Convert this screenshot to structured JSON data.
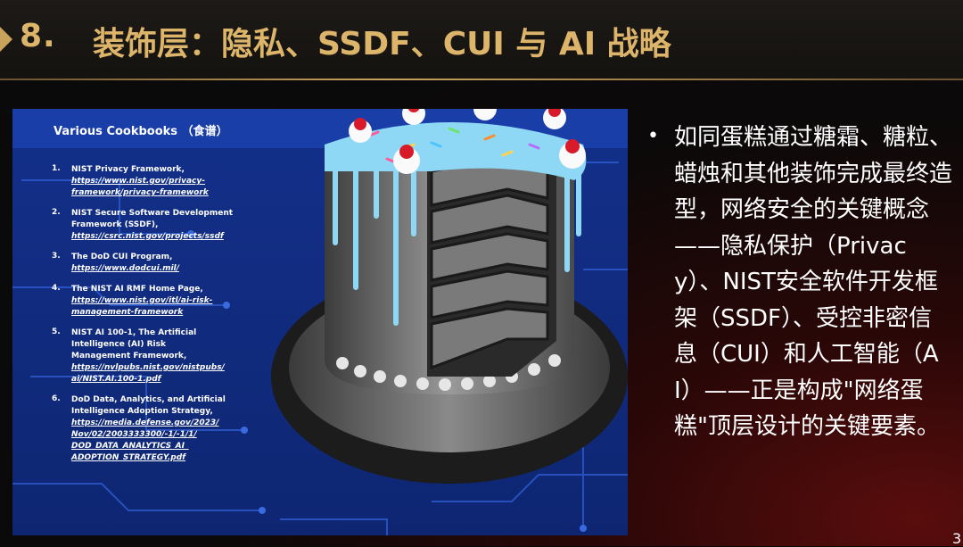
{
  "slide": {
    "number": "8.",
    "title": "装饰层：隐私、SSDF、CUI 与 AI 战略",
    "page_number": "3"
  },
  "image": {
    "cookbook_title": "Various Cookbooks （食谱）",
    "items": [
      {
        "num": "1.",
        "text": "NIST Privacy Framework,",
        "link": "https://www.nist.gov/privacy-\nframework/privacy-framework"
      },
      {
        "num": "2.",
        "text": "NIST Secure Software Development\nFramework (SSDF),",
        "link": "https://csrc.nist.gov/projects/ssdf"
      },
      {
        "num": "3.",
        "text": "The DoD CUI Program,",
        "link": "https://www.dodcui.mil/"
      },
      {
        "num": "4.",
        "text": "The NIST AI RMF Home Page,",
        "link": "https://www.nist.gov/itl/ai-risk-\nmanagement-framework"
      },
      {
        "num": "5.",
        "text": "NIST AI 100-1, The Artificial\nIntelligence (AI) Risk\nManagement Framework,",
        "link": "https://nvlpubs.nist.gov/nistpubs/\nai/NIST.AI.100-1.pdf"
      },
      {
        "num": "6.",
        "text": "DoD Data, Analytics, and Artificial\nIntelligence Adoption Strategy,",
        "link": "https://media.defense.gov/2023/\nNov/02/2003333300/-1/-1/1/\nDOD_DATA_ANALYTICS_AI_\nADOPTION_STRATEGY.pdf"
      }
    ]
  },
  "bullet": {
    "symbol": "•",
    "text": "如同蛋糕通过糖霜、糖粒、蜡烛和其他装饰完成最终造型，网络安全的关键概念——隐私保护（Privacy）、NIST安全软件开发框架（SSDF）、受控非密信息（CUI）和人工智能（AI）——正是构成\"网络蛋糕\"顶层设计的关键要素。"
  },
  "colors": {
    "title_gold": "#dcb46a",
    "panel_blue": "#13308a",
    "icing": "#8fd8f5"
  }
}
